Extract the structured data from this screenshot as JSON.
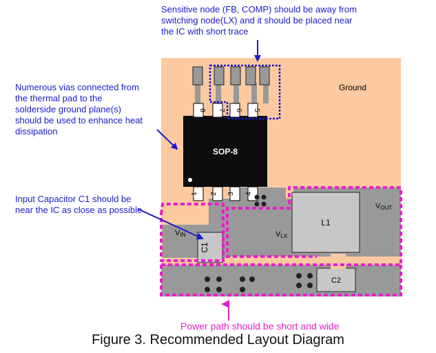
{
  "annotations": {
    "sensitive_node": "Sensitive node (FB, COMP) should be away from\nswitching node(LX) and it should be placed near\nthe IC with short trace",
    "vias": "Numerous vias connected from\nthe thermal pad to the\nsolderside ground plane(s)\nshould be used to enhance heat\ndissipation",
    "input_cap": "Input Capacitor C1 should  be\nnear the IC as close as possible",
    "power_path": "Power path should be short and wide"
  },
  "labels": {
    "ground": "Ground",
    "ic": "SOP-8",
    "vin": "VIN",
    "vlx": "VLX",
    "vout": "VOUT",
    "l1": "L1",
    "c1": "C1",
    "c2": "C2"
  },
  "pins": [
    "1",
    "2",
    "3",
    "4",
    "5",
    "6",
    "7",
    "8"
  ],
  "caption": "Figure 3. Recommended Layout Diagram",
  "colors": {
    "ground_plane": "#fcc9a0",
    "copper": "#999999",
    "ic_body": "#0d0d0d",
    "component": "#c7c7c7",
    "annotation_text": "#1a1acc",
    "highlight": "#e620c9"
  }
}
